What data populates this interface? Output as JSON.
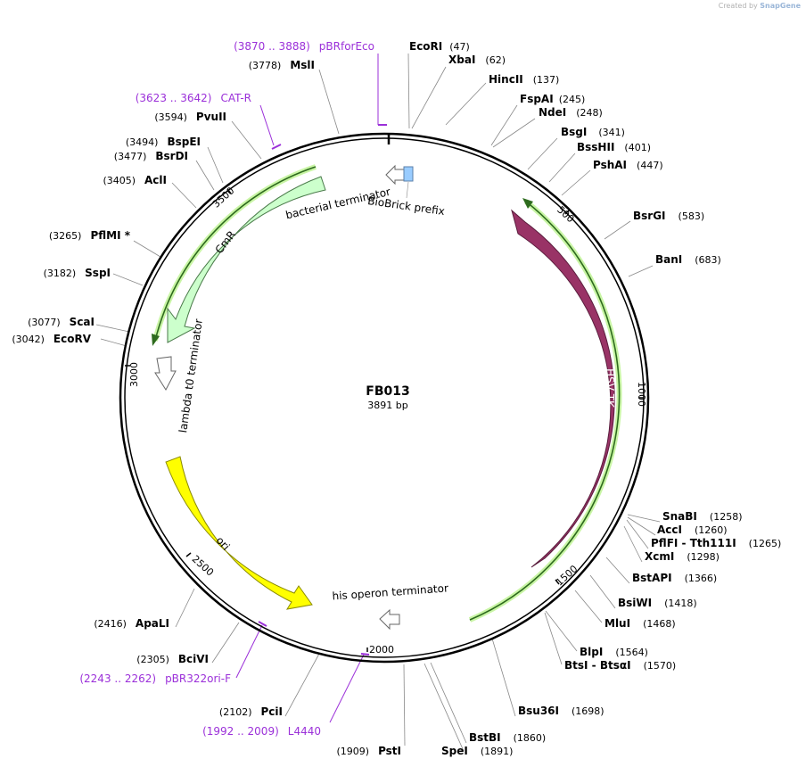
{
  "watermark": {
    "prefix": "Created by",
    "brand": "SnapGene"
  },
  "plasmid": {
    "name": "FB013",
    "length_label": "3891 bp",
    "length": 3891
  },
  "ticks": [
    "500",
    "1000",
    "1500",
    "2000",
    "2500",
    "3000",
    "3500"
  ],
  "features": [
    {
      "id": "hsv-tk",
      "label": "HSV TK",
      "color": "#993366"
    },
    {
      "id": "cmr",
      "label": "CmR",
      "color": "#ccffcc"
    },
    {
      "id": "ori",
      "label": "ori",
      "color": "#ffff00"
    },
    {
      "id": "bacterial-terminator",
      "label": "bacterial terminator"
    },
    {
      "id": "biobrick-prefix",
      "label": "BioBrick prefix",
      "color": "#99ccff"
    },
    {
      "id": "lambda-t0-terminator",
      "label": "lambda t0 terminator"
    },
    {
      "id": "his-operon-terminator",
      "label": "his operon terminator"
    }
  ],
  "sites": [
    {
      "name": "EcoRI",
      "pos": "(47)"
    },
    {
      "name": "XbaI",
      "pos": "(62)"
    },
    {
      "name": "HincII",
      "pos": "(137)"
    },
    {
      "name": "FspAI",
      "pos": "(245)"
    },
    {
      "name": "NdeI",
      "pos": "(248)"
    },
    {
      "name": "BsgI",
      "pos": "(341)"
    },
    {
      "name": "BssHII",
      "pos": "(401)"
    },
    {
      "name": "PshAI",
      "pos": "(447)"
    },
    {
      "name": "BsrGI",
      "pos": "(583)"
    },
    {
      "name": "BanI",
      "pos": "(683)"
    },
    {
      "name": "SnaBI",
      "pos": "(1258)"
    },
    {
      "name": "AccI",
      "pos": "(1260)"
    },
    {
      "name": "PflFI - Tth111I",
      "pos": "(1265)"
    },
    {
      "name": "XcmI",
      "pos": "(1298)"
    },
    {
      "name": "BstAPI",
      "pos": "(1366)"
    },
    {
      "name": "BsiWI",
      "pos": "(1418)"
    },
    {
      "name": "MluI",
      "pos": "(1468)"
    },
    {
      "name": "BlpI",
      "pos": "(1564)"
    },
    {
      "name": "BtsI - BtsαI",
      "pos": "(1570)"
    },
    {
      "name": "Bsu36I",
      "pos": "(1698)"
    },
    {
      "name": "BstBI",
      "pos": "(1860)"
    },
    {
      "name": "SpeI",
      "pos": "(1891)"
    },
    {
      "name": "PstI",
      "pos": "(1909)"
    },
    {
      "name": "PciI",
      "pos": "(2102)"
    },
    {
      "name": "BciVI",
      "pos": "(2305)"
    },
    {
      "name": "ApaLI",
      "pos": "(2416)"
    },
    {
      "name": "EcoRV",
      "pos": "(3042)"
    },
    {
      "name": "ScaI",
      "pos": "(3077)"
    },
    {
      "name": "SspI",
      "pos": "(3182)"
    },
    {
      "name": "PflMI *",
      "pos": "(3265)"
    },
    {
      "name": "AclI",
      "pos": "(3405)"
    },
    {
      "name": "BsrDI",
      "pos": "(3477)"
    },
    {
      "name": "BspEI",
      "pos": "(3494)"
    },
    {
      "name": "PvuII",
      "pos": "(3594)"
    },
    {
      "name": "MslI",
      "pos": "(3778)"
    }
  ],
  "primers": [
    {
      "range": "(3870 .. 3888)",
      "name": "pBRforEco"
    },
    {
      "range": "(3623 .. 3642)",
      "name": "CAT-R"
    },
    {
      "range": "(2243 .. 2262)",
      "name": "pBR322ori-F"
    },
    {
      "range": "(1992 .. 2009)",
      "name": "L4440"
    }
  ]
}
